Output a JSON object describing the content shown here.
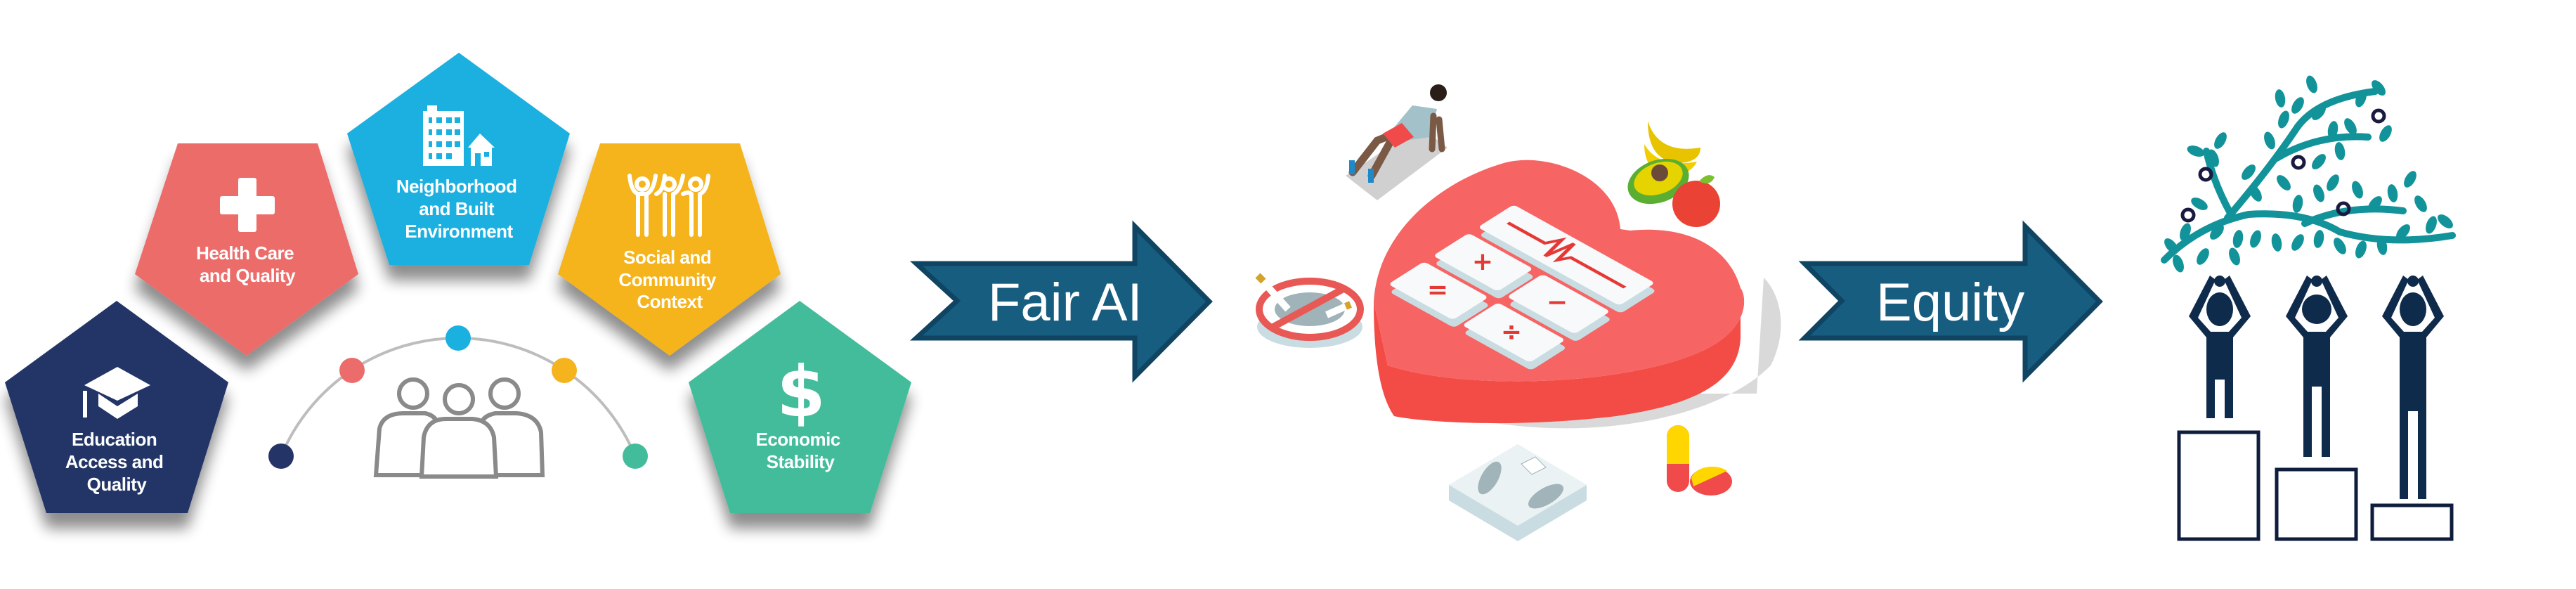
{
  "sdoh": {
    "title": "Social Determinants of Health",
    "domains": [
      {
        "lines": [
          "Education",
          "Access and",
          "Quality"
        ],
        "icon": "graduation-cap-icon",
        "color": "#243466"
      },
      {
        "lines": [
          "Health Care",
          "and Quality"
        ],
        "icon": "medical-cross-icon",
        "color": "#EC6C6B"
      },
      {
        "lines": [
          "Neighborhood",
          "and Built",
          "Environment"
        ],
        "icon": "buildings-icon",
        "color": "#1AB0E0"
      },
      {
        "lines": [
          "Social and",
          "Community",
          "Context"
        ],
        "icon": "community-people-icon",
        "color": "#F5B31D"
      },
      {
        "lines": [
          "Economic",
          "Stability"
        ],
        "icon": "dollar-icon",
        "color": "#43BC9B"
      }
    ],
    "center_icon": "people-group-icon"
  },
  "arrows": {
    "fair_ai": "Fair AI",
    "equity": "Equity",
    "color": "#175D80",
    "border_color": "#0F4462"
  },
  "health": {
    "icon": "heart-calculator-icon",
    "keys": [
      "+",
      "−",
      "=",
      "÷"
    ],
    "accent": "#F5605F"
  },
  "equity_illustration": {
    "icon": "people-on-boxes-picking-tree-icon",
    "tree_color": "#12939A",
    "figure_color": "#0F2B4C"
  }
}
